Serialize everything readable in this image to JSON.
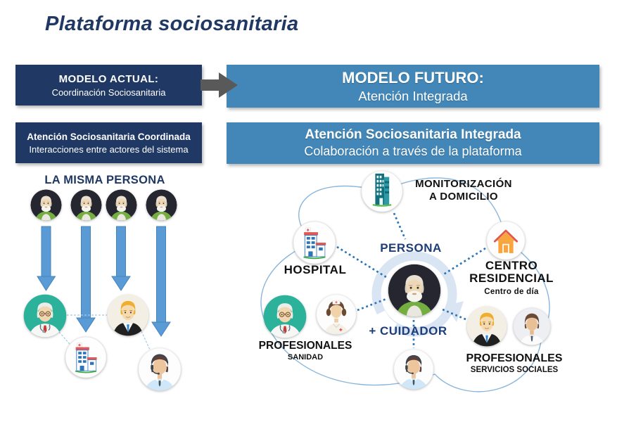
{
  "title": "Plataforma sociosanitaria",
  "colors": {
    "navy_box": "#1f3864",
    "blue_box": "#4287b8",
    "title_navy": "#1f3864",
    "label_navy": "#1e3e78",
    "arrow_blue": "#5b9bd5",
    "dotted_blue": "#2e75b6",
    "gray_arrow": "#595959",
    "loop_blue": "#8ab6dc"
  },
  "header": {
    "current": {
      "title": "MODELO ACTUAL:",
      "subtitle": "Coordinación Sociosanitaria"
    },
    "future": {
      "title": "MODELO FUTURO:",
      "subtitle": "Atención Integrada"
    }
  },
  "subheader": {
    "current": {
      "title": "Atención Sociosanitaria Coordinada",
      "subtitle": "Interacciones entre actores del sistema"
    },
    "future": {
      "title": "Atención Sociosanitaria Integrada",
      "subtitle": "Colaboración a través de la plataforma"
    }
  },
  "left_diagram": {
    "heading": "LA MISMA PERSONA",
    "icons": [
      "elderly-man-icon",
      "elderly-man-icon",
      "elderly-man-icon",
      "elderly-man-icon",
      "doctor-icon",
      "businessman-icon",
      "hospital-icon",
      "call-agent-icon"
    ]
  },
  "right_diagram": {
    "center": {
      "label_top": "PERSONA",
      "label_bottom": "+ CUIDADOR",
      "icon": "elderly-man-icon"
    },
    "nodes": {
      "monitorizacion": {
        "line1": "MONITORIZACIÓN",
        "line2": "A DOMICILIO",
        "icon": "building-icon"
      },
      "hospital": {
        "label": "HOSPITAL",
        "icon": "hospital-icon"
      },
      "centro_residencial": {
        "line1": "CENTRO",
        "line2": "RESIDENCIAL",
        "line3": "Centro de día",
        "icon": "house-icon"
      },
      "profesionales_sanidad": {
        "line1": "PROFESIONALES",
        "line2": "SANIDAD",
        "icons": [
          "doctor-icon",
          "nurse-icon"
        ]
      },
      "profesionales_servicios": {
        "line1": "PROFESIONALES",
        "line2": "SERVICIOS SOCIALES",
        "icons": [
          "businessman-icon",
          "social-worker-icon"
        ]
      },
      "teleasistencia": {
        "icon": "call-agent-icon"
      }
    }
  }
}
